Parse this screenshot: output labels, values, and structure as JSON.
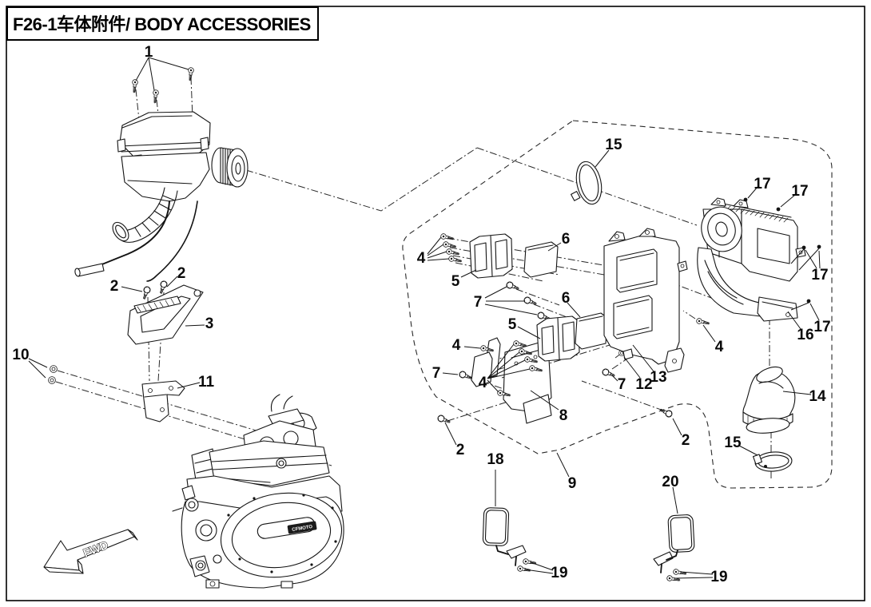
{
  "page": {
    "frame_title": "F26-1车体附件/ BODY ACCESSORIES"
  },
  "diagram": {
    "direction_marker": "FWD",
    "engine_badge": "CFMOTO",
    "callouts": {
      "c1": "1",
      "c2a": "2",
      "c2b": "2",
      "c2c": "2",
      "c2d": "2",
      "c3": "3",
      "c4a": "4",
      "c4b": "4",
      "c4c": "4",
      "c4d": "4",
      "c5a": "5",
      "c5b": "5",
      "c6a": "6",
      "c6b": "6",
      "c7a": "7",
      "c7b": "7",
      "c7c": "7",
      "c8": "8",
      "c9": "9",
      "c10": "10",
      "c11": "11",
      "c12": "12",
      "c13": "13",
      "c14": "14",
      "c15a": "15",
      "c15b": "15",
      "c16": "16",
      "c17a": "17",
      "c17b": "17",
      "c17c": "17",
      "c17d": "17",
      "c18": "18",
      "c19a": "19",
      "c19b": "19",
      "c20": "20"
    }
  }
}
